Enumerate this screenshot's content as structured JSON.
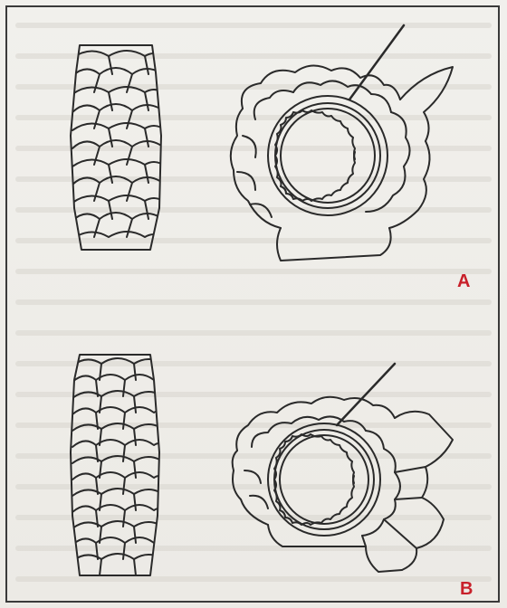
{
  "figure": {
    "panels": [
      {
        "id": "A",
        "label": "A"
      },
      {
        "id": "B",
        "label": "B"
      }
    ],
    "colors": {
      "ink": "#2a2a2a",
      "label": "#c8202a",
      "paper": "#f1f0ec"
    }
  }
}
